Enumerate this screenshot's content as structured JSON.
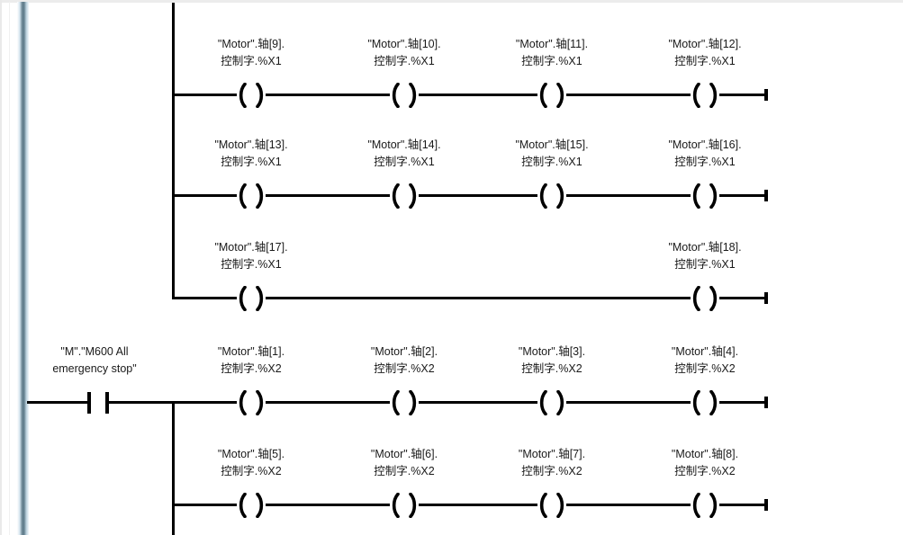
{
  "editor": {
    "language": "LAD",
    "colors": {
      "wire": "#000000",
      "rail_core": "#64808f",
      "rail_light": "#d7e6f0",
      "page_border": "#ececec",
      "text": "#1a1a1a",
      "background": "#ffffff"
    }
  },
  "rungs": {
    "contact": {
      "line1": "\"M\".\"M600 All",
      "line2": "emergency stop\""
    },
    "rows": [
      {
        "coils": [
          {
            "line1": "\"Motor\".轴[9].",
            "line2": "控制字.%X1"
          },
          {
            "line1": "\"Motor\".轴[10].",
            "line2": "控制字.%X1"
          },
          {
            "line1": "\"Motor\".轴[11].",
            "line2": "控制字.%X1"
          },
          {
            "line1": "\"Motor\".轴[12].",
            "line2": "控制字.%X1"
          }
        ]
      },
      {
        "coils": [
          {
            "line1": "\"Motor\".轴[13].",
            "line2": "控制字.%X1"
          },
          {
            "line1": "\"Motor\".轴[14].",
            "line2": "控制字.%X1"
          },
          {
            "line1": "\"Motor\".轴[15].",
            "line2": "控制字.%X1"
          },
          {
            "line1": "\"Motor\".轴[16].",
            "line2": "控制字.%X1"
          }
        ]
      },
      {
        "coils": [
          {
            "line1": "\"Motor\".轴[17].",
            "line2": "控制字.%X1"
          },
          {
            "line1": "\"Motor\".轴[18].",
            "line2": "控制字.%X1"
          }
        ]
      },
      {
        "coils": [
          {
            "line1": "\"Motor\".轴[1].",
            "line2": "控制字.%X2"
          },
          {
            "line1": "\"Motor\".轴[2].",
            "line2": "控制字.%X2"
          },
          {
            "line1": "\"Motor\".轴[3].",
            "line2": "控制字.%X2"
          },
          {
            "line1": "\"Motor\".轴[4].",
            "line2": "控制字.%X2"
          }
        ]
      },
      {
        "coils": [
          {
            "line1": "\"Motor\".轴[5].",
            "line2": "控制字.%X2"
          },
          {
            "line1": "\"Motor\".轴[6].",
            "line2": "控制字.%X2"
          },
          {
            "line1": "\"Motor\".轴[7].",
            "line2": "控制字.%X2"
          },
          {
            "line1": "\"Motor\".轴[8].",
            "line2": "控制字.%X2"
          }
        ]
      }
    ]
  }
}
